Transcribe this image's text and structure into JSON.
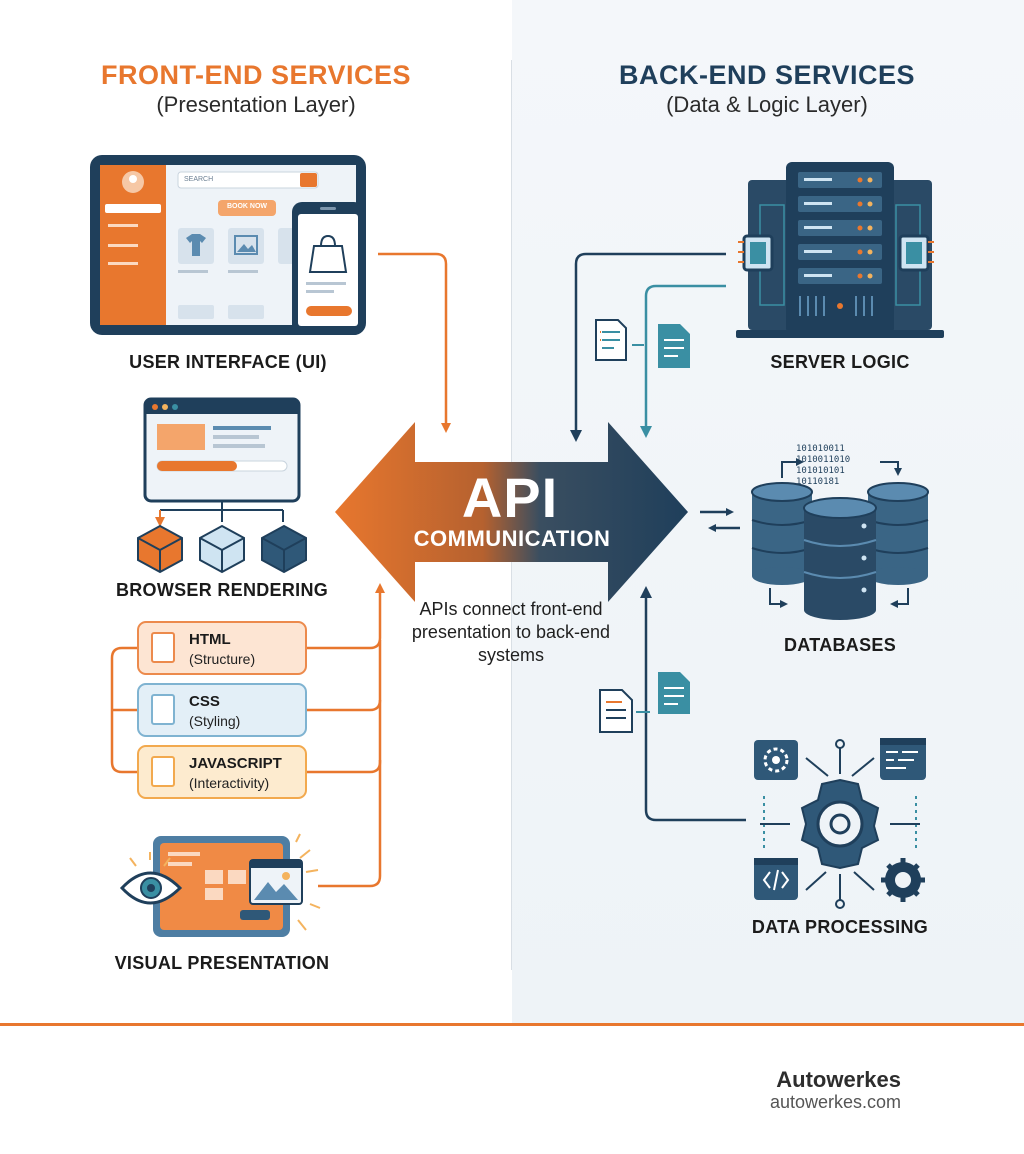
{
  "frontend": {
    "title": "FRONT-END SERVICES",
    "subtitle": "(Presentation Layer)",
    "ui_label": "USER INTERFACE (UI)",
    "ui_search_placeholder": "SEARCH",
    "ui_book_button": "BOOK NOW",
    "browser_label": "BROWSER RENDERING",
    "cards": [
      {
        "name": "HTML",
        "desc": "(Structure)"
      },
      {
        "name": "CSS",
        "desc": "(Styling)"
      },
      {
        "name": "JAVASCRIPT",
        "desc": "(Interactivity)"
      }
    ],
    "visual_label": "VISUAL PRESENTATION"
  },
  "backend": {
    "title": "BACK-END SERVICES",
    "subtitle": "(Data & Logic Layer)",
    "server_label": "SERVER LOGIC",
    "db_label": "DATABASES",
    "binary": [
      "101010011",
      "1010011010",
      "101010101",
      "10110181"
    ],
    "processing_label": "DATA PROCESSING"
  },
  "api": {
    "title": "API",
    "subtitle": "COMMUNICATION",
    "note": "APIs connect front-end presentation to back-end systems"
  },
  "brand": {
    "name": "Autowerkes",
    "url": "autowerkes.com"
  },
  "colors": {
    "orange": "#e8772e",
    "navy": "#1f3f5b",
    "teal": "#3a8fa3",
    "divider": "#d9dfe5"
  }
}
